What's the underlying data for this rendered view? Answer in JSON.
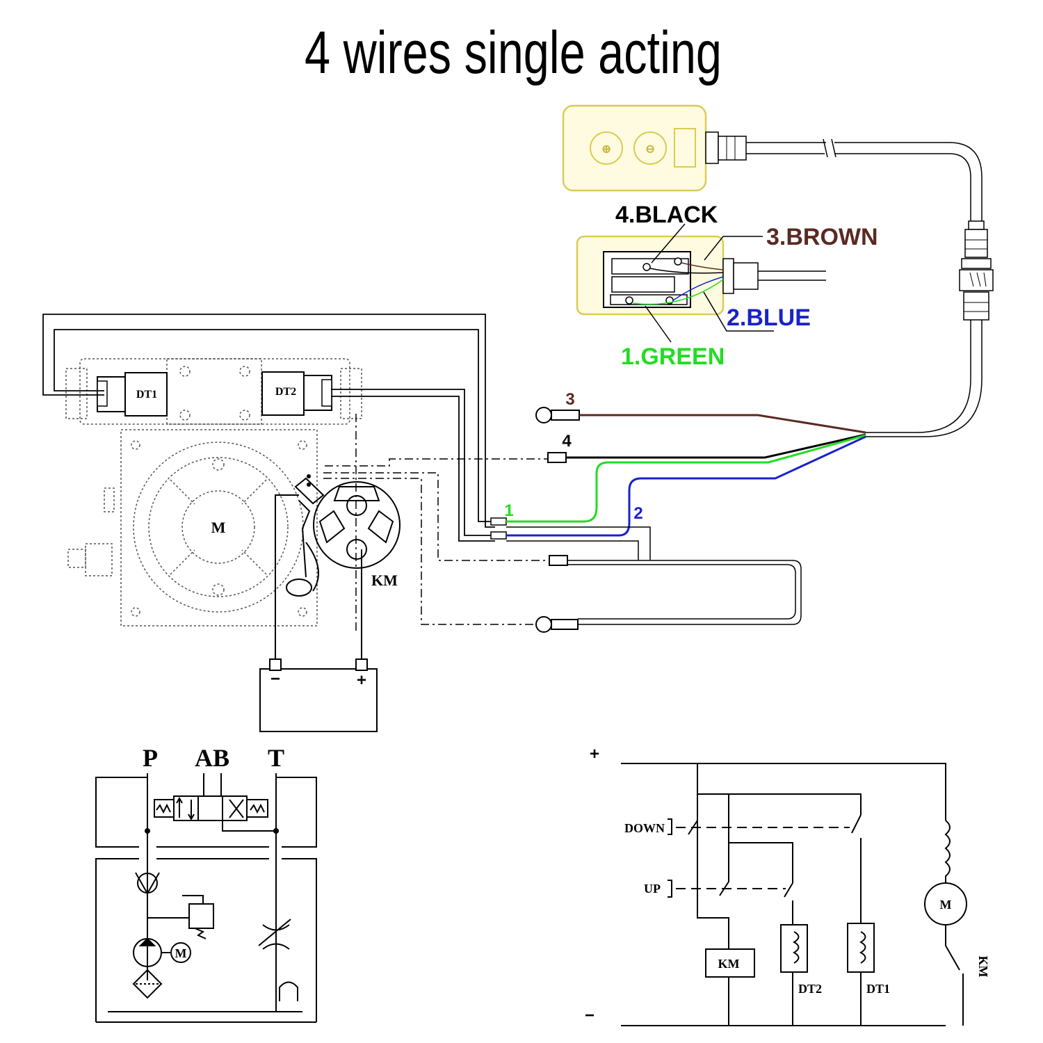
{
  "title": "4 wires single acting",
  "wire_labels": {
    "black": "4.BLACK",
    "brown": "3.BROWN",
    "blue": "2.BLUE",
    "green": "1.GREEN"
  },
  "wire_numbers": {
    "w3": "3",
    "w4": "4",
    "w1": "1",
    "w2": "2"
  },
  "components": {
    "dt1": "DT1",
    "dt2": "DT2",
    "motor": "M",
    "km": "KM",
    "battery_minus": "−",
    "battery_plus": "+"
  },
  "hydraulic": {
    "port_p": "P",
    "port_a": "A",
    "port_b": "B",
    "port_t": "T",
    "motor": "M"
  },
  "schematic": {
    "plus": "+",
    "minus": "−",
    "down": "DOWN",
    "up": "UP",
    "km": "KM",
    "dt2": "DT2",
    "dt1": "DT1",
    "m": "M",
    "vertical_label": "KM"
  },
  "colors": {
    "black": "#000000",
    "brown": "#5a2a22",
    "blue": "#1a22c8",
    "green": "#22dd22",
    "pendant": "#fff6c0"
  }
}
